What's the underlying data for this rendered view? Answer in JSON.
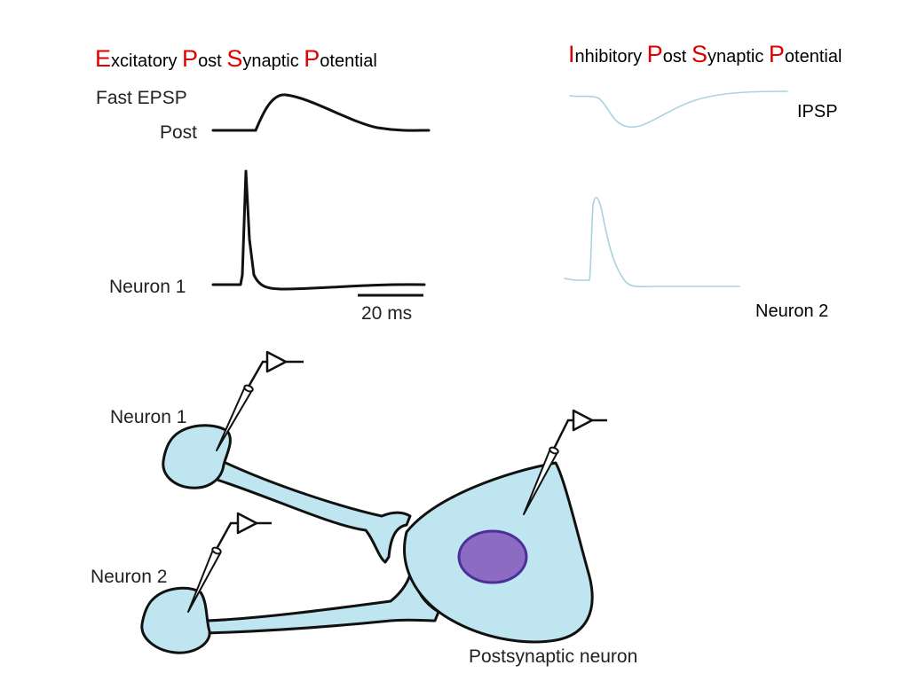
{
  "slide": {
    "epsp_title": [
      {
        "cap": "E",
        "rest": "xcitatory "
      },
      {
        "cap": "P",
        "rest": "ost "
      },
      {
        "cap": "S",
        "rest": "ynaptic "
      },
      {
        "cap": "P",
        "rest": "otential"
      }
    ],
    "ipsp_title": [
      {
        "cap": "I",
        "rest": "nhibitory "
      },
      {
        "cap": "P",
        "rest": "ost "
      },
      {
        "cap": "S",
        "rest": "ynaptic "
      },
      {
        "cap": "P",
        "rest": "otential"
      }
    ],
    "epsp_panel": {
      "fast_epsp_label": "Fast EPSP",
      "post_label": "Post",
      "neuron1_label": "Neuron 1",
      "scale_label": "20 ms"
    },
    "ipsp_panel": {
      "ipsp_label": "IPSP",
      "neuron2_label": "Neuron 2"
    },
    "diagram": {
      "neuron1_label": "Neuron 1",
      "neuron2_label": "Neuron 2",
      "postsynaptic_label": "Postsynaptic neuron"
    }
  },
  "colors": {
    "title_capital": "#e00000",
    "cell_fill": "#bfe6f0",
    "nucleus_fill": "#8c6bc2",
    "nucleus_stroke": "#4a2f9a",
    "ipsp_trace": "#a8d4de"
  }
}
